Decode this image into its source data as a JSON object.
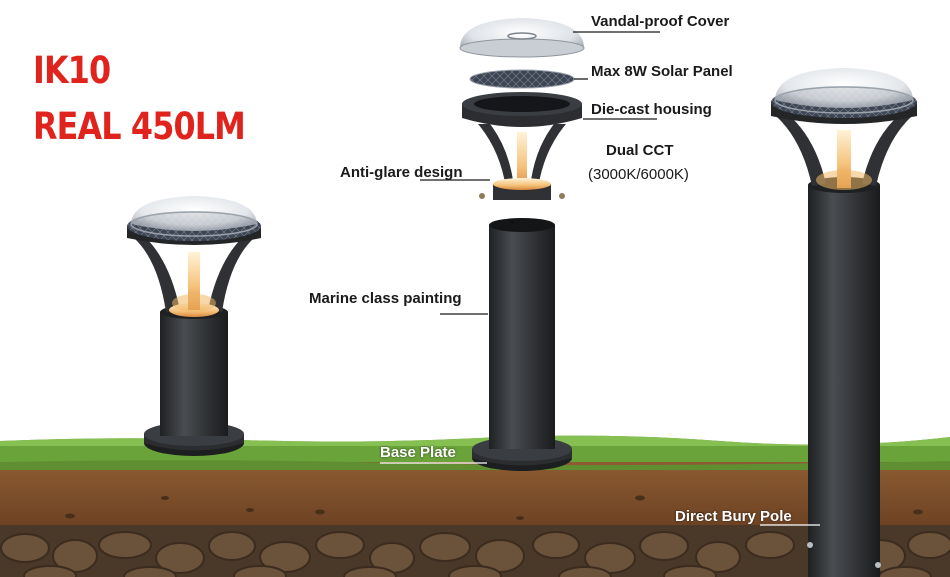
{
  "headline": {
    "line1": "IK10",
    "line2": "REAL 450LM"
  },
  "callouts": {
    "cover": "Vandal-proof Cover",
    "solar_panel": "Max 8W Solar Panel",
    "housing": "Die-cast housing",
    "cct": "Dual CCT",
    "cct_values": "(3000K/6000K)",
    "anti_glare": "Anti-glare design",
    "painting": "Marine class painting",
    "base_plate": "Base Plate",
    "bury_pole": "Direct Bury Pole"
  },
  "colors": {
    "headline": "#e0231c",
    "grass": "#6aa33a",
    "soil": "#8a5a30",
    "rock": "#5e4732",
    "pole": "#2f3134",
    "glow": "#f0b868"
  }
}
